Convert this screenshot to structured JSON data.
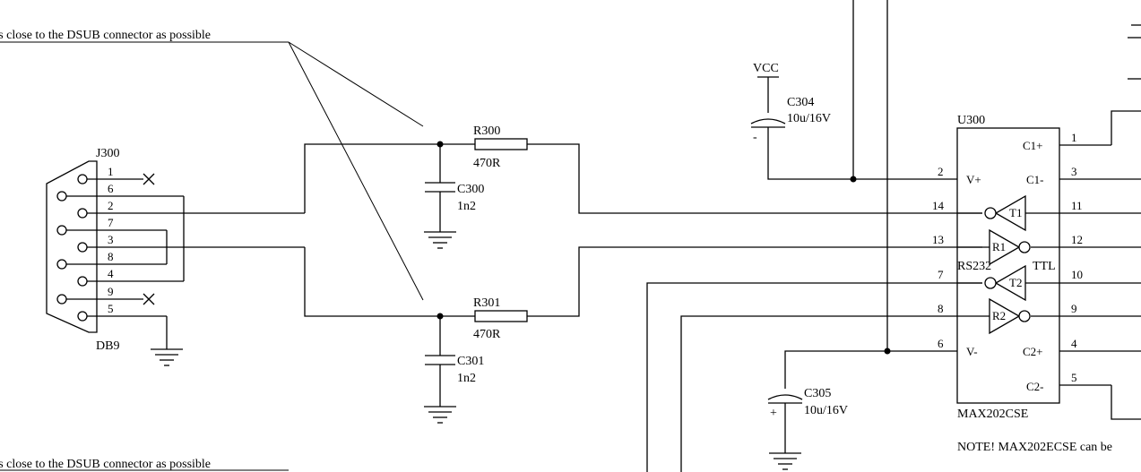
{
  "notes": {
    "top": "as close to the DSUB connector as possible",
    "bottom": "as close to the DSUB connector as possible",
    "max202": "NOTE! MAX202ECSE can be"
  },
  "connector": {
    "ref": "J300",
    "type": "DB9",
    "pins": [
      "1",
      "6",
      "2",
      "7",
      "3",
      "8",
      "4",
      "9",
      "5"
    ]
  },
  "resistors": [
    {
      "ref": "R300",
      "value": "470R"
    },
    {
      "ref": "R301",
      "value": "470R"
    }
  ],
  "capacitors": [
    {
      "ref": "C300",
      "value": "1n2"
    },
    {
      "ref": "C301",
      "value": "1n2"
    },
    {
      "ref": "C304",
      "value": "10u/16V",
      "polarity": "-"
    },
    {
      "ref": "C305",
      "value": "10u/16V",
      "polarity": "+"
    }
  ],
  "power": {
    "vcc": "VCC"
  },
  "ic": {
    "ref": "U300",
    "part": "MAX202CSE",
    "side_left": "RS232",
    "side_right": "TTL",
    "pins_left": [
      {
        "num": "2",
        "name": "V+"
      },
      {
        "num": "14",
        "name": ""
      },
      {
        "num": "13",
        "name": ""
      },
      {
        "num": "7",
        "name": ""
      },
      {
        "num": "8",
        "name": ""
      },
      {
        "num": "6",
        "name": "V-"
      }
    ],
    "pins_right": [
      {
        "num": "1",
        "name": "C1+"
      },
      {
        "num": "3",
        "name": "C1-"
      },
      {
        "num": "11",
        "name": ""
      },
      {
        "num": "12",
        "name": ""
      },
      {
        "num": "10",
        "name": ""
      },
      {
        "num": "9",
        "name": ""
      },
      {
        "num": "4",
        "name": "C2+"
      },
      {
        "num": "5",
        "name": "C2-"
      }
    ],
    "gates": [
      "T1",
      "R1",
      "T2",
      "R2"
    ]
  }
}
